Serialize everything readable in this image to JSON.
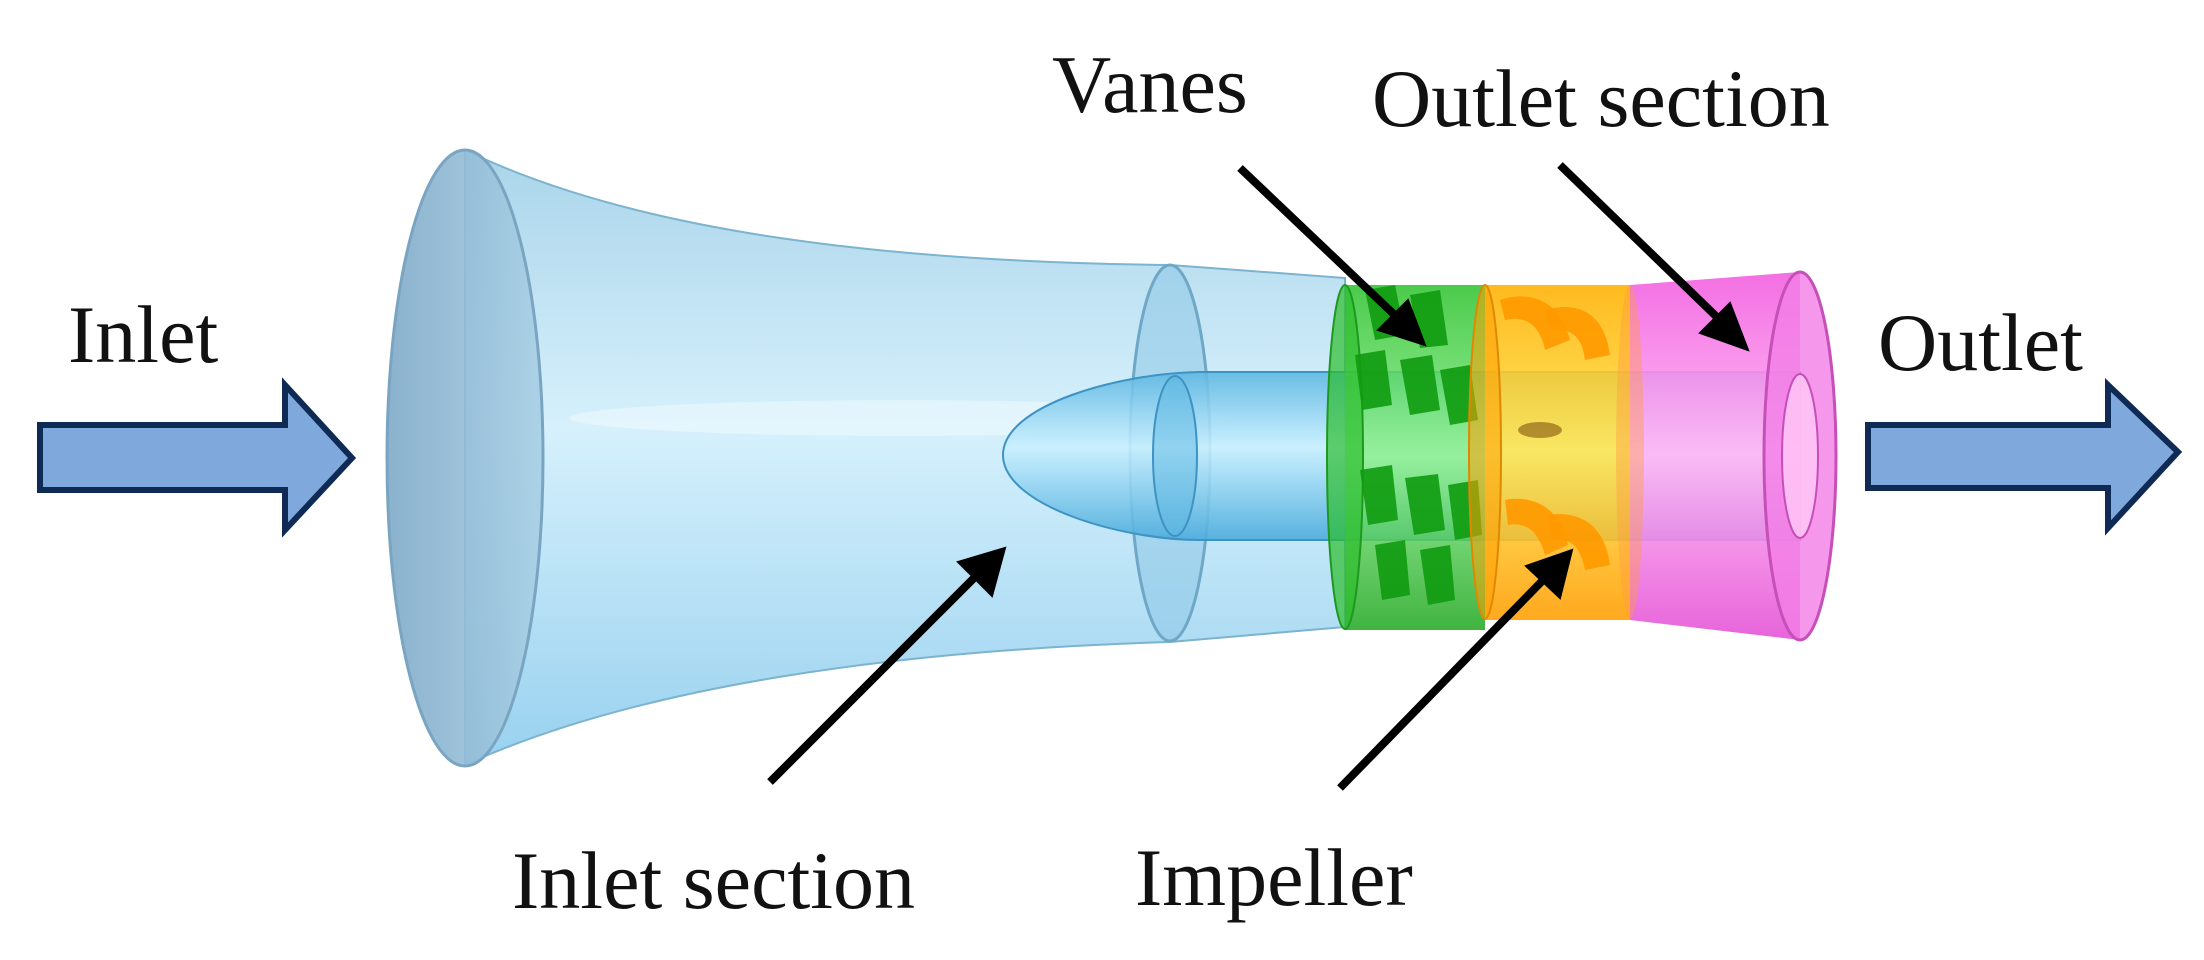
{
  "diagram": {
    "labels": {
      "inlet": "Inlet",
      "outlet": "Outlet",
      "vanes": "Vanes",
      "outlet_section": "Outlet section",
      "inlet_section": "Inlet section",
      "impeller": "Impeller"
    },
    "colors": {
      "inlet_section": "#8ccbea",
      "vanes": "#22bb22",
      "impeller": "#ffb400",
      "outlet_section": "#f06be0",
      "flow_arrow_fill": "#7fa8dc",
      "flow_arrow_stroke": "#0f2a55",
      "pointer": "#000000"
    }
  }
}
